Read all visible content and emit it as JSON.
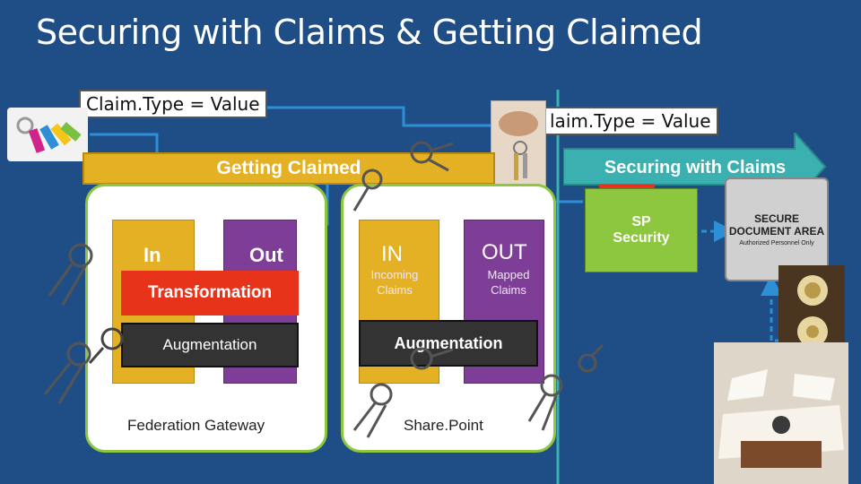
{
  "title": "Securing with Claims & Getting Claimed",
  "claim_left": "Claim.Type = Value",
  "claim_right": "laim.Type = Value",
  "getting_claimed": "Getting Claimed",
  "securing_with_claims": "Securing with Claims",
  "federation": {
    "in_label": "In",
    "out_label": "Out",
    "transformation": "Transformation",
    "augmentation": "Augmentation",
    "caption": "Federation Gateway"
  },
  "sharepoint": {
    "in_label": "IN",
    "in_sub": "Incoming Claims",
    "out_label": "OUT",
    "out_sub": "Mapped Claims",
    "augmentation": "Augmentation",
    "caption": "Share.Point"
  },
  "sp_security": {
    "line1": "SP",
    "line2": "Security"
  },
  "secure_doc": {
    "line1": "SECURE",
    "line2": "DOCUMENT AREA",
    "line3": "Authorized Personnel Only"
  },
  "colors": {
    "background": "#1f4e87",
    "gold": "#e4b124",
    "purple": "#7e3d97",
    "green": "#8dc63f",
    "teal": "#3ab0b0",
    "red": "#e8331b"
  }
}
